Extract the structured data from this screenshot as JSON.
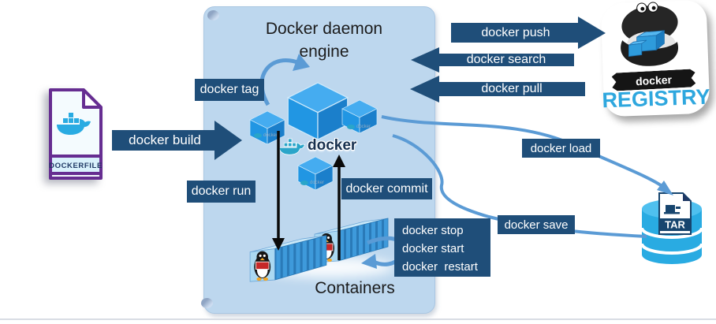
{
  "colors": {
    "panel": "#BDD7EE",
    "label_navy": "#1F4E79",
    "arrow_navy": "#1F4E79",
    "connector_blue": "#5B9BD5",
    "cube_blue": "#2196E3",
    "docker_blue": "#29ABE2",
    "registry_text": "#2EA7DE",
    "black_arrow": "#0a0a0a"
  },
  "panel": {
    "title": "Docker daemon engine"
  },
  "labels": {
    "build": "docker build",
    "tag": "docker tag",
    "run": "docker run",
    "commit": "docker commit",
    "push": "docker push",
    "search": "docker search",
    "pull": "docker pull",
    "load": "docker load",
    "save": "docker save",
    "stop": "docker stop",
    "start": "docker start",
    "restart": "docker  restart"
  },
  "dockerfile": {
    "caption": "DOCKERFILE"
  },
  "daemon": {
    "logo_text": "docker",
    "cube_caption": "docker"
  },
  "containers": {
    "caption": "Containers"
  },
  "registry": {
    "ribbon": "docker",
    "name": "REGISTRY"
  },
  "tar": {
    "caption": "TAR"
  }
}
